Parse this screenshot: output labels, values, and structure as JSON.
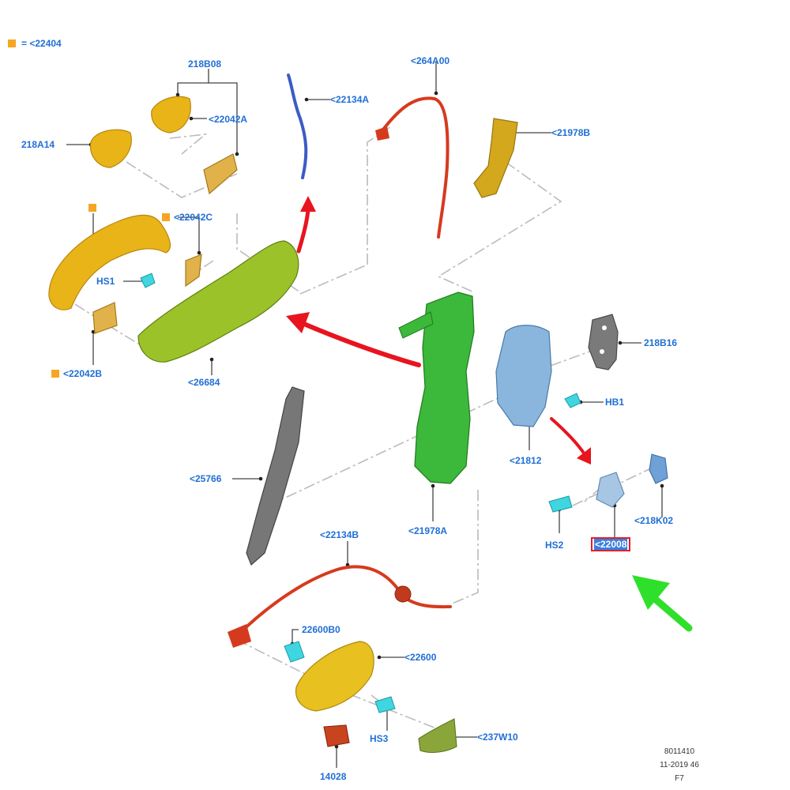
{
  "legend": {
    "symbol_color": "#f5a623",
    "text": "= <22404"
  },
  "labels": {
    "p218B08": "218B08",
    "p22042A": "<22042A",
    "p218A14": "218A14",
    "p22134A": "<22134A",
    "p264A00": "<264A00",
    "p21978B": "<21978B",
    "p22042C": "<22042C",
    "pHS1": "HS1",
    "p22042B": "<22042B",
    "p26684": "<26684",
    "p218B16": "218B16",
    "pHB1": "HB1",
    "p21812": "<21812",
    "p25766": "<25766",
    "p21978A": "<21978A",
    "pHS2": "HS2",
    "p22008": "<22008",
    "p218K02": "<218K02",
    "p22134B": "<22134B",
    "p22600B0": "22600B0",
    "p22600": "<22600",
    "pHS3": "HS3",
    "p237W10": "<237W10",
    "p14028": "14028"
  },
  "footer": {
    "line1": "8011410",
    "line2": "11-2019 46",
    "line3": "F7"
  },
  "colors": {
    "label_blue": "#1f6fd6",
    "yellow_part": "#e8b418",
    "lime_part": "#9cc22a",
    "green_part": "#3cb83a",
    "blue_part": "#8ab6de",
    "red_cable": "#d63a1e",
    "navy_rod": "#3b5cc4",
    "grey_part": "#7a7a7a",
    "cyan_fastener": "#3fd6e0",
    "red_arrow": "#e8141e",
    "green_arrow": "#2fe02a",
    "highlight_border": "#e0202a"
  }
}
